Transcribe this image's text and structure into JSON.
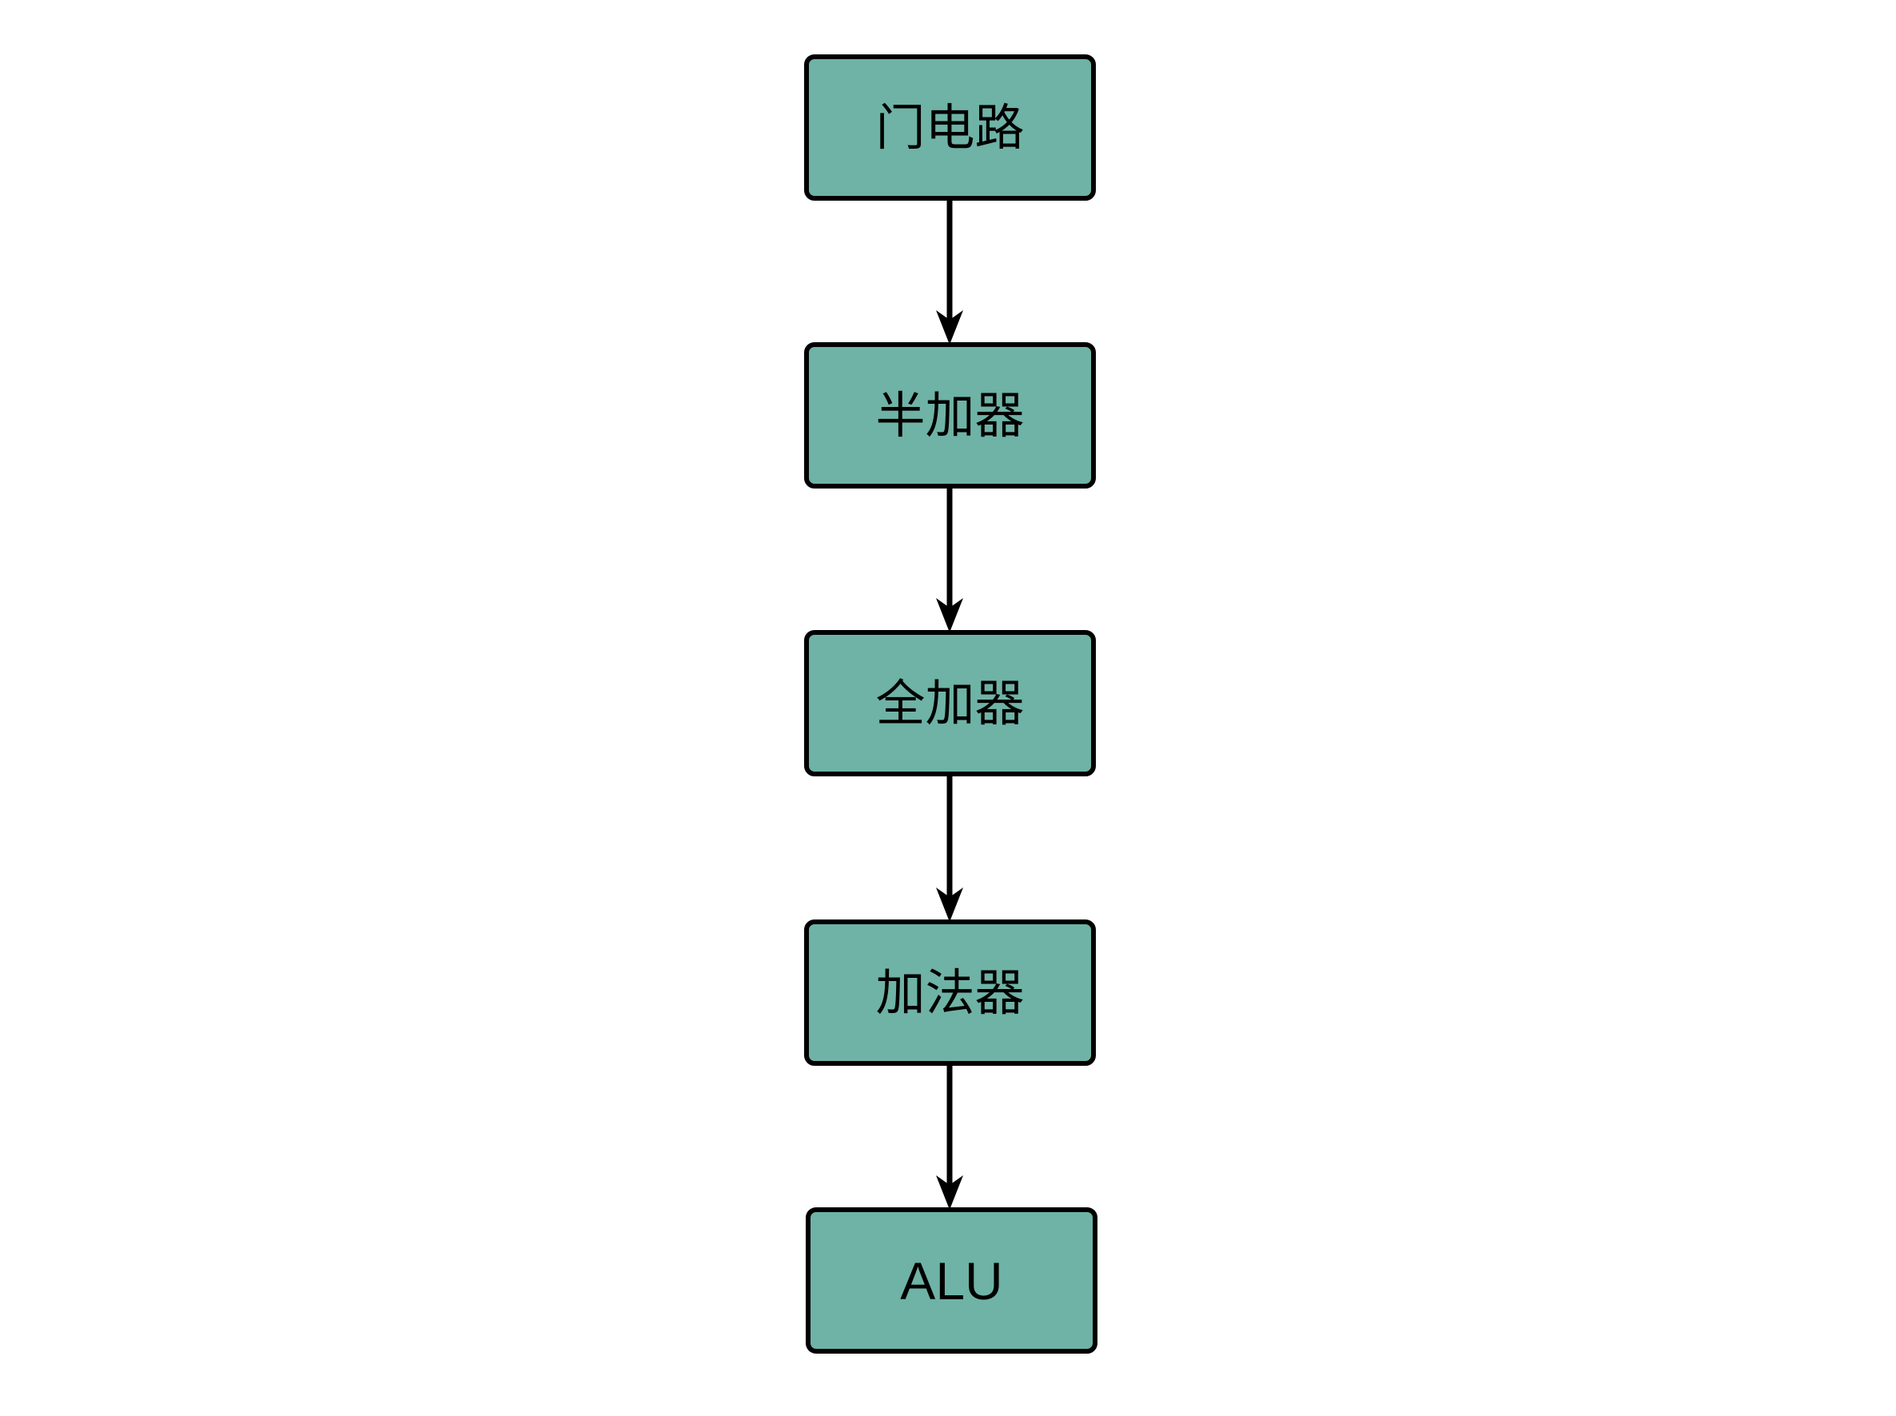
{
  "diagram": {
    "title": "",
    "type": "flowchart",
    "direction": "top-to-bottom",
    "background_color": "#ffffff",
    "node_fill_color": "#6EB3A6",
    "node_border_color": "#000000",
    "edge_color": "#000000",
    "text_color": "#000000",
    "nodes": [
      {
        "id": "gate-circuit",
        "label": "门电路"
      },
      {
        "id": "half-adder",
        "label": "半加器"
      },
      {
        "id": "full-adder",
        "label": "全加器"
      },
      {
        "id": "adder",
        "label": "加法器"
      },
      {
        "id": "alu",
        "label": "ALU"
      }
    ],
    "edges": [
      {
        "from": "gate-circuit",
        "to": "half-adder",
        "label": "",
        "arrow": "arrow-down-icon"
      },
      {
        "from": "half-adder",
        "to": "full-adder",
        "label": "",
        "arrow": "arrow-down-icon"
      },
      {
        "from": "full-adder",
        "to": "adder",
        "label": "",
        "arrow": "arrow-down-icon"
      },
      {
        "from": "adder",
        "to": "alu",
        "label": "",
        "arrow": "arrow-down-icon"
      }
    ]
  }
}
